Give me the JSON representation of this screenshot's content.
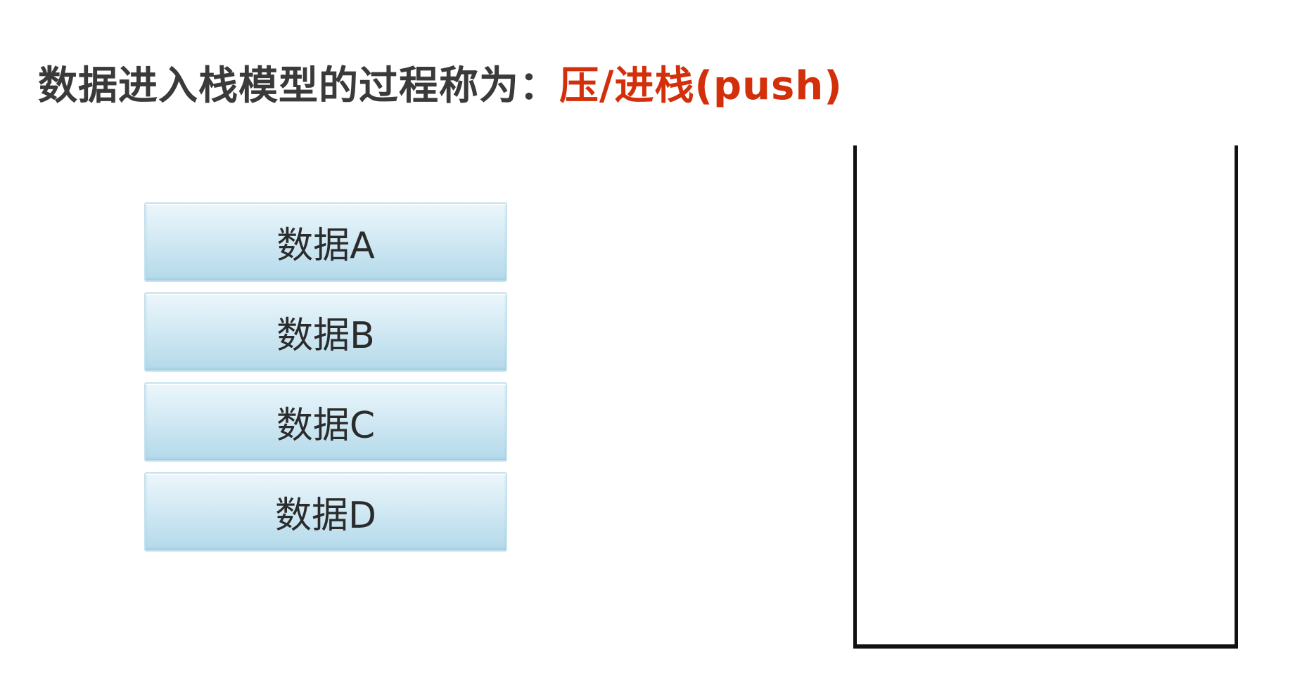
{
  "title": {
    "main": "数据进入栈模型的过程称为：",
    "accent": "压/进栈(push)",
    "accent_color": "#d32f0a"
  },
  "blocks": [
    {
      "label": "数据A"
    },
    {
      "label": "数据B"
    },
    {
      "label": "数据C"
    },
    {
      "label": "数据D"
    }
  ]
}
